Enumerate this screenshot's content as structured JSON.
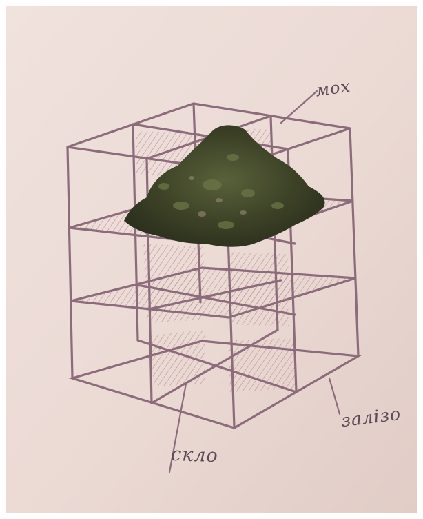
{
  "colors": {
    "paper": "#ead8d3",
    "pencil": "#8c6b7b",
    "hatch": "#b68f95",
    "moss": "#44482a"
  },
  "labels": {
    "moss": "мох",
    "steel": "залізо",
    "glass": "скло"
  }
}
